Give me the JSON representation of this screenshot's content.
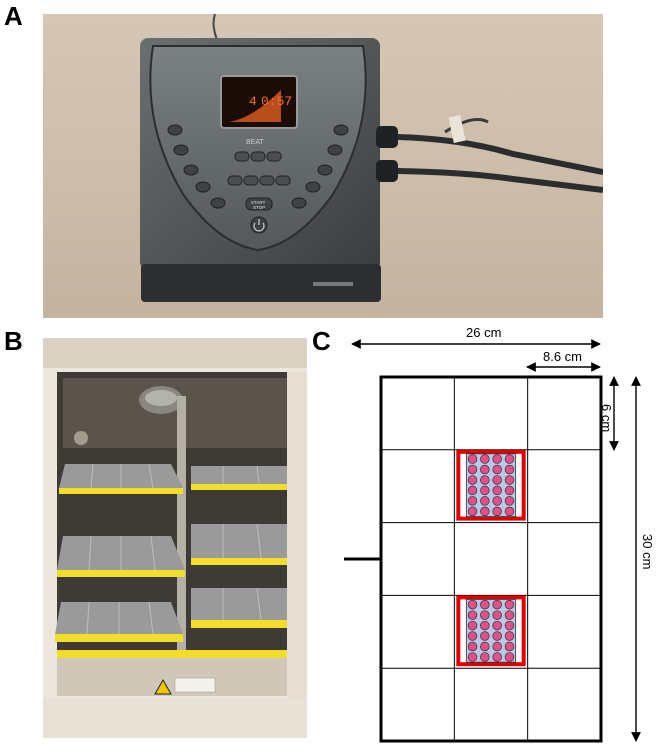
{
  "panels": {
    "a": {
      "letter": "A"
    },
    "b": {
      "letter": "B"
    },
    "c": {
      "letter": "C"
    }
  },
  "device": {
    "display_digit": "4",
    "display_time": "0:57",
    "brand": "BEAT",
    "start_label": "START",
    "stop_label": "STOP"
  },
  "diagram": {
    "width_label": "26 cm",
    "column_width_label": "8.6 cm",
    "row_height_label": "6 cm",
    "height_label": "30 cm",
    "grid_rows": 5,
    "grid_cols": 3,
    "plates": [
      {
        "row": 1,
        "col": 1,
        "wells_cols": 4,
        "wells_rows": 6
      },
      {
        "row": 3,
        "col": 1,
        "wells_cols": 4,
        "wells_rows": 6
      }
    ],
    "colors": {
      "grid_line": "#000000",
      "plate_border": "#e00000",
      "plate_fill": "#b9c8e6",
      "well_fill": "#e0508a"
    }
  }
}
